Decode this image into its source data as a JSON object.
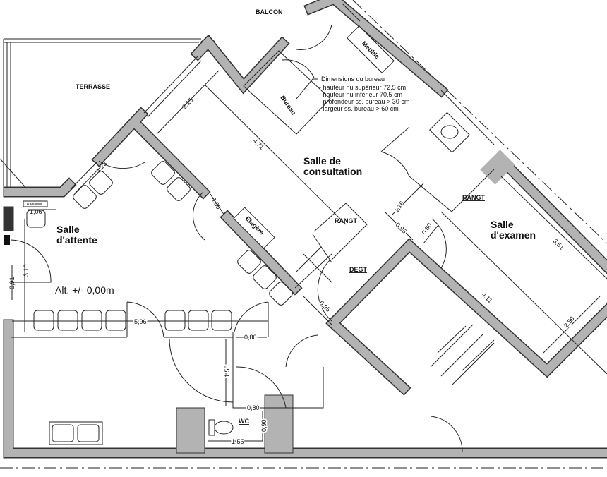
{
  "rooms": {
    "balcon": "BALCON",
    "terrasse": "TERRASSE",
    "consultation_line1": "Salle de",
    "consultation_line2": "consultation",
    "attente_line1": "Salle",
    "attente_line2": "d'attente",
    "examen_line1": "Salle",
    "examen_line2": "d'examen",
    "degt": "DEGT",
    "rangt_1": "RANGT",
    "rangt_2": "RANGT",
    "wc": "WC"
  },
  "furniture": {
    "meuble": "Meuble",
    "bureau": "Bureau",
    "etagere": "Etagère",
    "radiateur": "Radiateur"
  },
  "altitude": "Alt. +/- 0,00m",
  "desk_note": {
    "title": "Dimensions du bureau",
    "lines": [
      "- hauteur nu supérieur 72,5 cm",
      "- hauteur nu inférieur 70,5 cm",
      "- profondeur ss. bureau > 30 cm",
      "- largeur ss. bureau > 60 cm"
    ]
  },
  "dimensions": {
    "d_2_15": "2,15",
    "d_4_71": "4,71",
    "d_1_23": "1,23",
    "d_0_80_a": "0,80",
    "d_1_06": "1,06",
    "d_3_10": "3,10",
    "d_0_91": "0,91",
    "d_5_96": "5,96",
    "d_0_80_b": "0,80",
    "d_1_58": "1,58",
    "d_0_80_c": "0,80",
    "d_0_90": "0,90",
    "d_1_55": "1,55",
    "d_1_16": "1,16",
    "d_0_95_a": "0,95",
    "d_0_80_d": "0,80",
    "d_0_95_b": "0,95",
    "d_3_51": "3,51",
    "d_4_11": "4,11",
    "d_2_59": "2,59"
  }
}
